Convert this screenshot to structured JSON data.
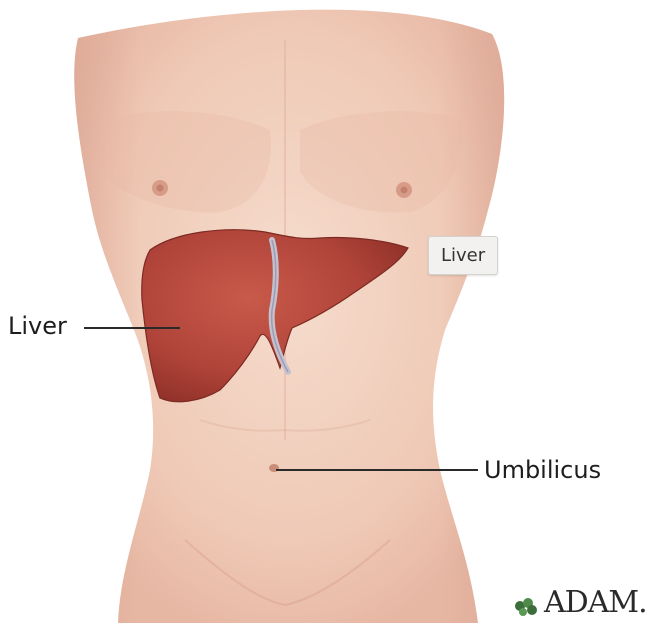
{
  "labels": {
    "liver": "Liver",
    "umbilicus": "Umbilicus"
  },
  "tooltip": {
    "text": "Liver"
  },
  "logo": {
    "text": "ADAM."
  },
  "colors": {
    "skin": "#f3d3c2",
    "skin_shadow": "#e4b4a2",
    "liver": "#b5473a",
    "liver_dark": "#8a2f26",
    "ligament": "#b9b7c6"
  }
}
